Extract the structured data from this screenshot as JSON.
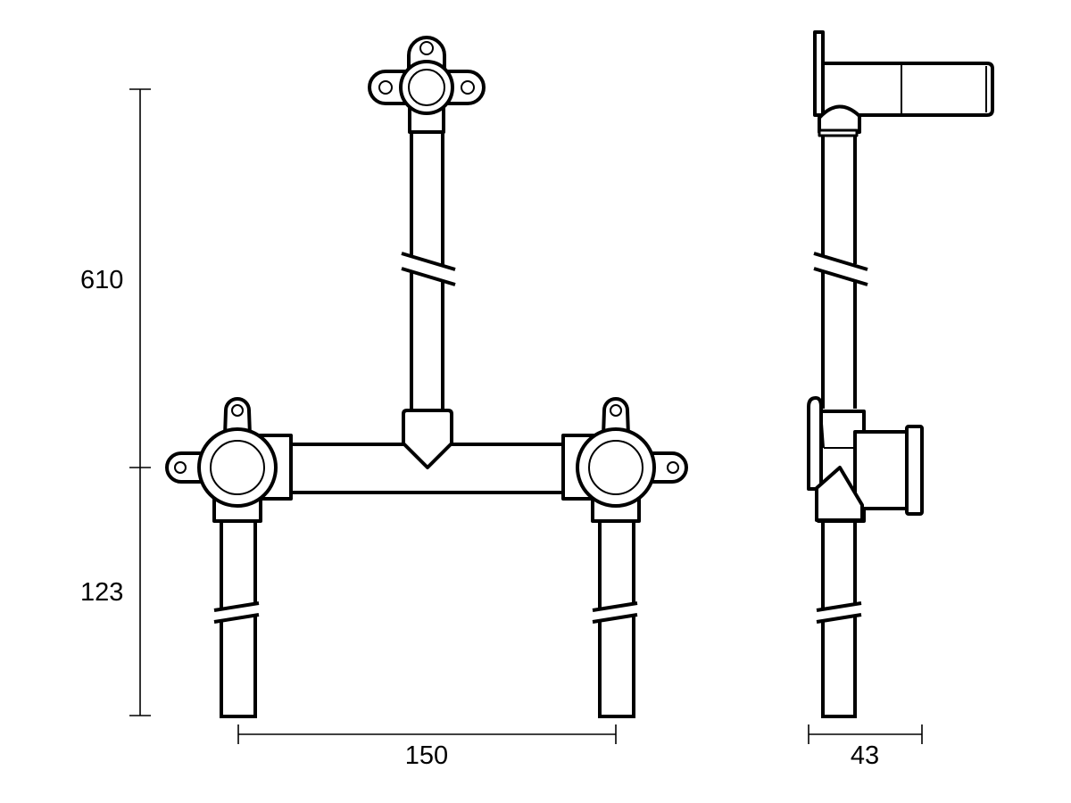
{
  "drawing": {
    "type": "technical dimension drawing",
    "subject": "wall-mounted mixer valve body with riser pipe",
    "views": [
      "front-view",
      "side-view"
    ],
    "line_color": "#000000",
    "background": "#ffffff"
  },
  "dimensions": {
    "upper_height": "610",
    "lower_height": "123",
    "width_between_valves": "150",
    "depth": "43"
  }
}
